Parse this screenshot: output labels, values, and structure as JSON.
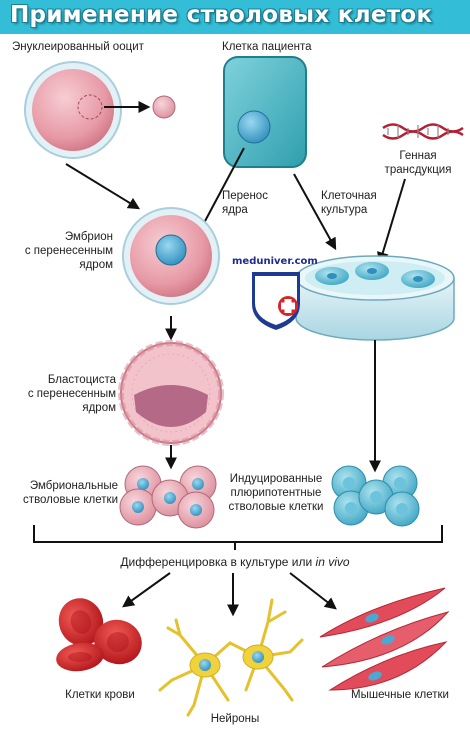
{
  "title": "Применение стволовых клеток",
  "labels": {
    "enucleated_oocyte": "Энуклеированный ооцит",
    "patient_cell": "Клетка пациента",
    "gene_transduction_1": "Генная",
    "gene_transduction_2": "трансдукция",
    "nuclear_transfer_1": "Перенос",
    "nuclear_transfer_2": "ядра",
    "cell_culture_1": "Клеточная",
    "cell_culture_2": "культура",
    "embryo_1": "Эмбрион",
    "embryo_2": "с перенесенным",
    "embryo_3": "ядром",
    "blastocyst_1": "Бластоциста",
    "blastocyst_2": "с перенесенным",
    "blastocyst_3": "ядром",
    "esc_1": "Эмбриональные",
    "esc_2": "стволовые клетки",
    "ipsc_1": "Индуцированные",
    "ipsc_2": "плюрипотентные",
    "ipsc_3": "стволовые клетки",
    "differentiation": "Дифференцировка в культуре или",
    "differentiation_italic": "in vivo",
    "blood_cells": "Клетки крови",
    "neurons": "Нейроны",
    "muscle_cells": "Мышечные клетки",
    "watermark": "meduniver.com"
  },
  "colors": {
    "title_bg": "#33bdd6",
    "oocyte": "#e79aa6",
    "nucleus": "#4aa9d3",
    "patient_cell": "#48b6c4",
    "blood": "#d7262a",
    "neuron": "#f0d23c",
    "muscle": "#e24b5a"
  }
}
